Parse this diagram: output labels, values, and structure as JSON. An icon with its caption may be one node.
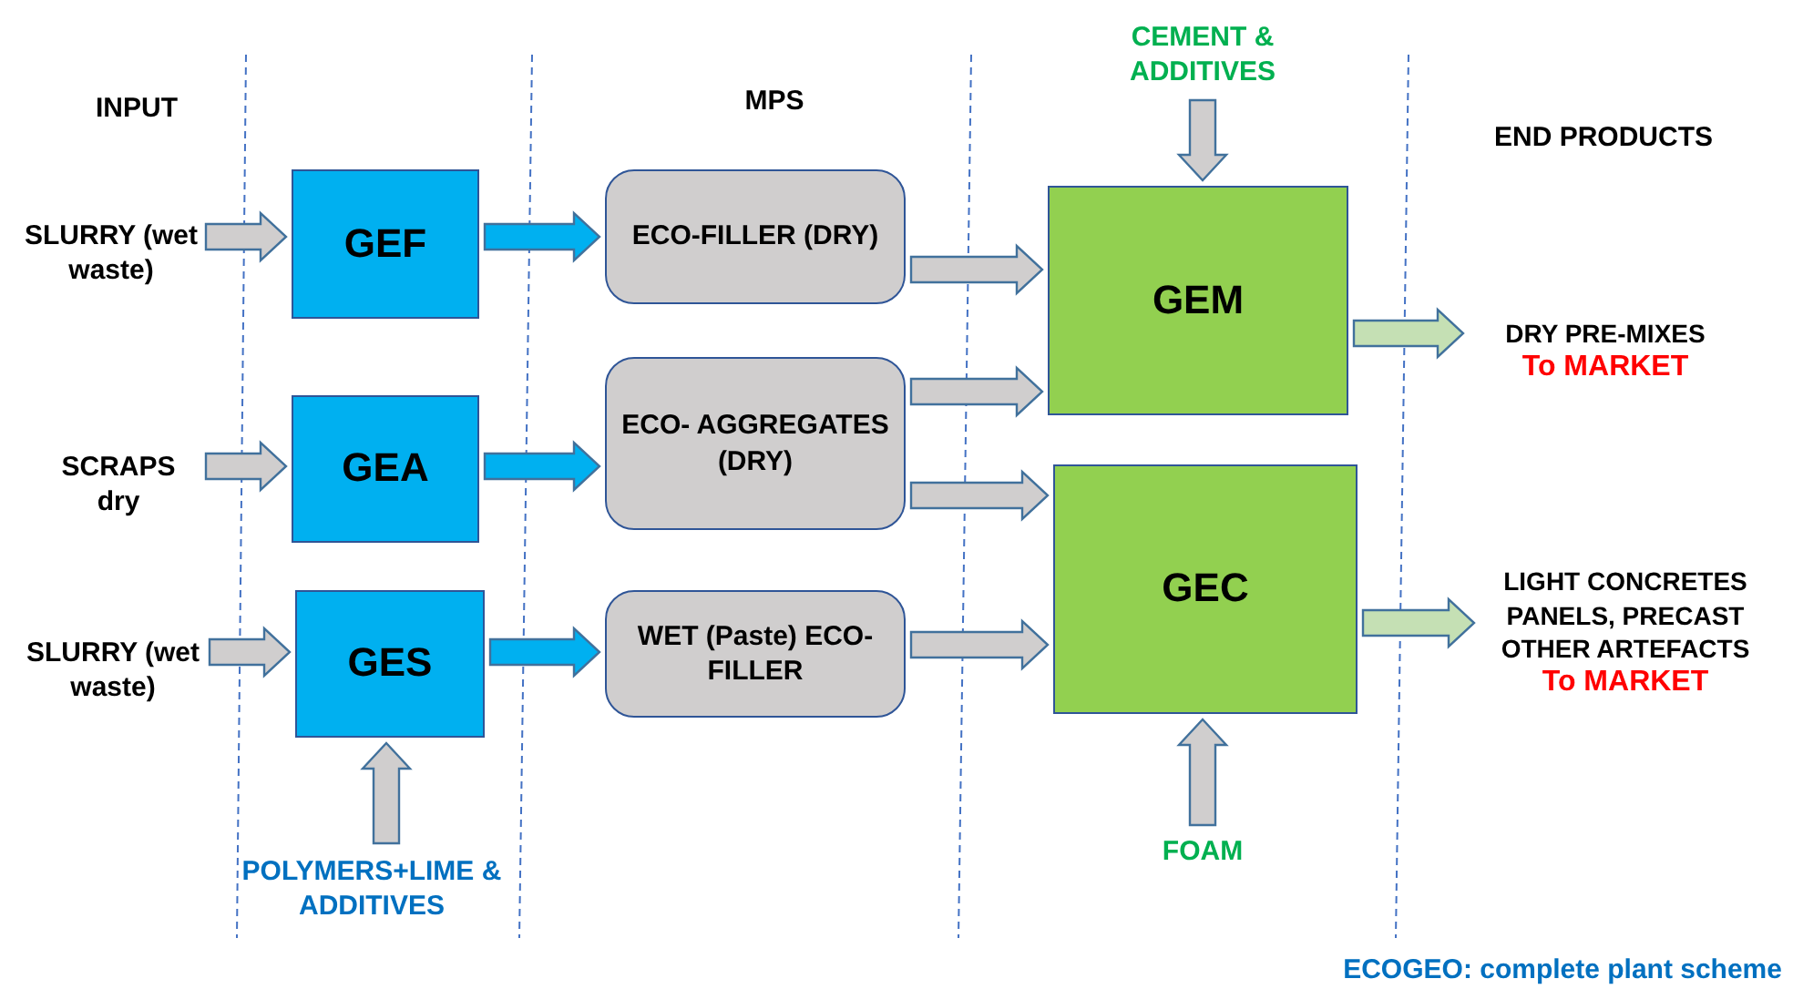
{
  "diagram": {
    "caption": "ECOGEO: complete plant scheme",
    "nodes": [
      {
        "text": [
          "SLURRY (wet waste)"
        ]
      },
      {
        "text": [
          "GEF"
        ]
      },
      {
        "text": [
          "SCRAPS dry"
        ]
      },
      {
        "text": [
          "GEA"
        ]
      },
      {
        "text": [
          "SLURRY (wet waste)"
        ]
      },
      {
        "text": [
          "GES"
        ]
      },
      {
        "text": [
          "POLYMERS+LIME & ADDITIVES"
        ]
      },
      {
        "text": [
          "ECO-FILLER (DRY)"
        ]
      },
      {
        "text": [
          "ECO- AGGREGATES (DRY)"
        ]
      },
      {
        "text": [
          "WET (Paste) ECO-FILLER"
        ]
      },
      {
        "text": [
          "CEMENT & ADDITIVES"
        ]
      },
      {
        "text": [
          "GEM"
        ]
      },
      {
        "text": [
          "GEC"
        ]
      },
      {
        "text": [
          "FOAM"
        ]
      },
      {
        "text": [
          "DRY PRE-MIXES",
          "To MARKET"
        ]
      },
      {
        "text": [
          "LIGHT CONCRETES PANELS, PRECAST OTHER ARTEFACTS",
          "To MARKET"
        ]
      }
    ],
    "edges": [
      {
        "from": 0,
        "to": 1,
        "arrow": "to"
      },
      {
        "from": 2,
        "to": 3,
        "arrow": "to"
      },
      {
        "from": 4,
        "to": 5,
        "arrow": "to"
      },
      {
        "from": 6,
        "to": 5,
        "arrow": "to"
      },
      {
        "from": 1,
        "to": 7,
        "arrow": "to",
        "color": "#00b0f0"
      },
      {
        "from": 3,
        "to": 8,
        "arrow": "to",
        "color": "#00b0f0"
      },
      {
        "from": 5,
        "to": 9,
        "arrow": "to",
        "color": "#00b0f0"
      },
      {
        "from": 7,
        "to": 11,
        "arrow": "to"
      },
      {
        "from": 8,
        "to": 11,
        "arrow": "to"
      },
      {
        "from": 8,
        "to": 12,
        "arrow": "to"
      },
      {
        "from": 9,
        "to": 12,
        "arrow": "to"
      },
      {
        "from": 10,
        "to": 11,
        "arrow": "to"
      },
      {
        "from": 13,
        "to": 12,
        "arrow": "to"
      },
      {
        "from": 11,
        "to": 14,
        "arrow": "to",
        "color": "#c5e0b4"
      },
      {
        "from": 12,
        "to": 15,
        "arrow": "to",
        "color": "#c5e0b4"
      }
    ],
    "labels": [
      "INPUT",
      "MPS",
      "END PRODUCTS"
    ]
  }
}
